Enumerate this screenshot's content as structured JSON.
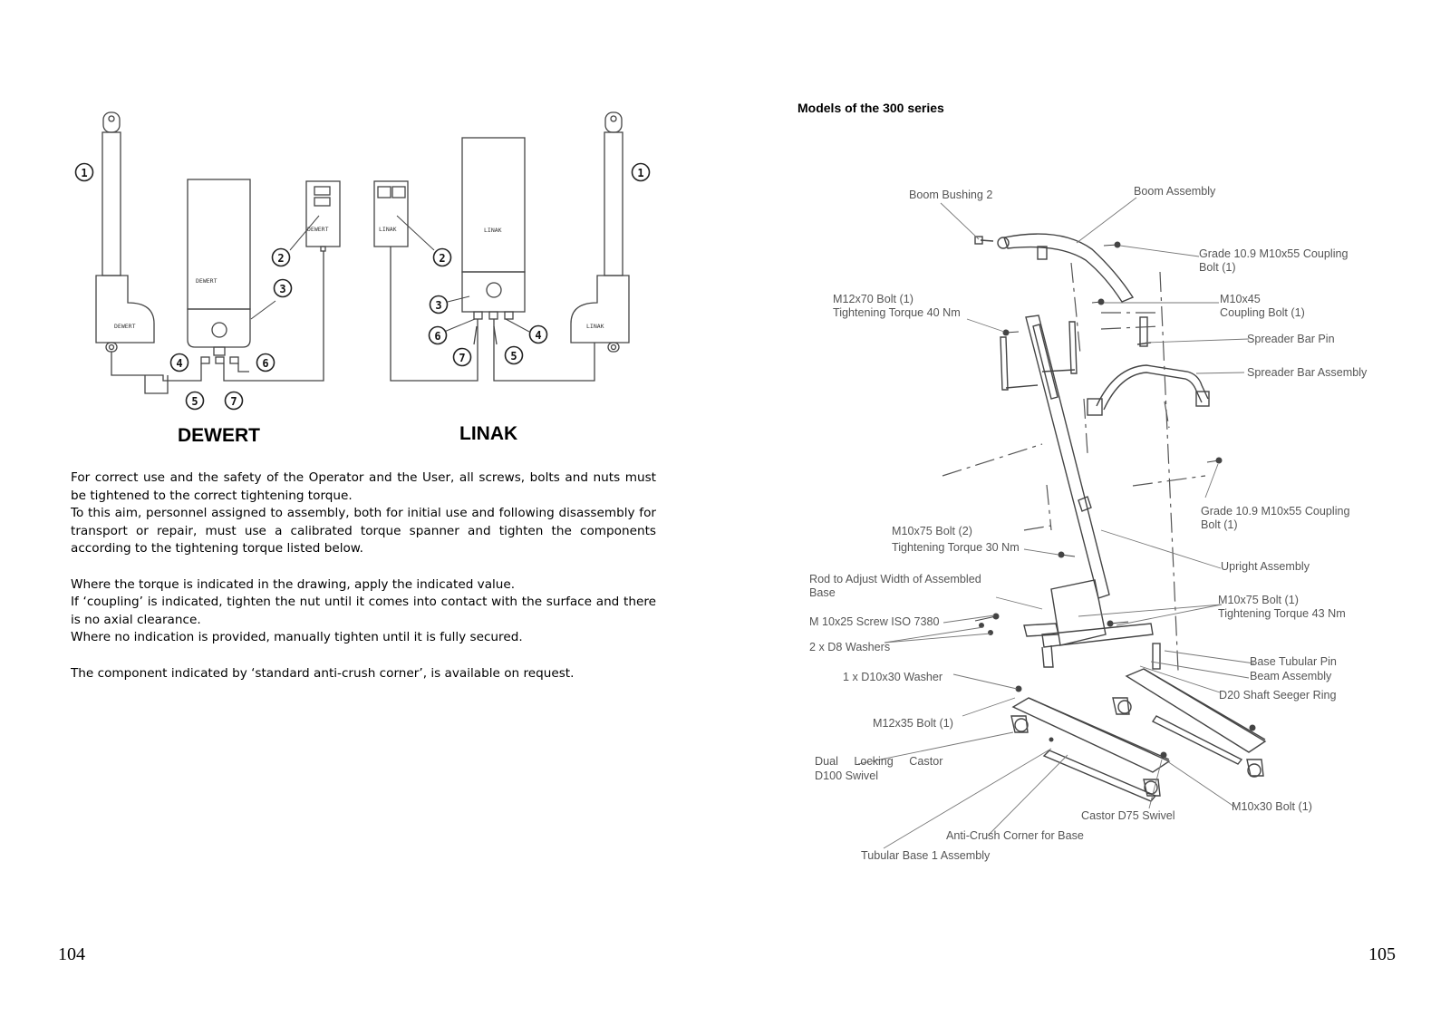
{
  "left_page": {
    "brand_labels": {
      "dewert": "DEWERT",
      "linak": "LINAK"
    },
    "device_labels": {
      "dewert": "DEWERT",
      "linak": "LINAK"
    },
    "callout_numbers": [
      "1",
      "2",
      "3",
      "4",
      "5",
      "6",
      "7"
    ],
    "paragraphs": [
      "For correct use and the safety of the Operator and the User, all screws, bolts and nuts must be tightened to the correct tightening torque.",
      "To this aim, personnel assigned to assembly, both for initial use and following disassembly for transport or repair, must use a calibrated torque spanner and tighten the components according to the tightening torque listed below.",
      "Where the torque is indicated in the drawing, apply the indicated value.",
      "If ‘coupling’ is indicated, tighten the nut until it comes into contact with the surface and there is no axial clearance.",
      "Where no indication is provided, manually tighten until it is fully secured.",
      "The component indicated by ‘standard anti-crush corner’, is available on request."
    ],
    "page_number": "104"
  },
  "right_page": {
    "title": "Models of the 300 series",
    "page_number": "105",
    "callouts": {
      "boom_bushing": "Boom Bushing 2",
      "boom_assembly": "Boom Assembly",
      "grade_coupling_1": [
        "Grade  10.9  M10x55  Coupling",
        "Bolt (1)"
      ],
      "m12x70": [
        "M12x70 Bolt (1)",
        "Tightening Torque 40 Nm"
      ],
      "m10x45": [
        "M10x45",
        "Coupling Bolt (1)"
      ],
      "spreader_pin": "Spreader Bar Pin",
      "spreader_assembly": "Spreader Bar Assembly",
      "grade_coupling_2": [
        "Grade 10.9 M10x55 Coupling",
        "Bolt (1)"
      ],
      "m10x75_2": [
        "M10x75 Bolt (2)",
        "Tightening Torque 30 Nm"
      ],
      "upright": "Upright Assembly",
      "rod_adjust": [
        "Rod to Adjust Width of Assembled",
        "Base"
      ],
      "m10x75_1": [
        "M10x75 Bolt (1)",
        "Tightening Torque 43 Nm"
      ],
      "m10x25": "M 10x25 Screw ISO 7380",
      "washers_d8": "2 x D8 Washers",
      "base_pin": "Base Tubular Pin",
      "beam": "Beam Assembly",
      "washer_d10": "1 x D10x30 Washer",
      "seeger": "D20 Shaft Seeger Ring",
      "m12x35": "M12x35 Bolt (1)",
      "dual_castor": [
        "Dual     Locking     Castor",
        "D100 Swivel"
      ],
      "m10x30": "M10x30 Bolt (1)",
      "castor_d75": "Castor D75 Swivel",
      "anti_crush": "Anti-Crush Corner for Base",
      "tubular_base": "Tubular Base 1 Assembly"
    }
  },
  "colors": {
    "ink": "#000000",
    "line": "#555555",
    "callout_text": "#555555",
    "leader": "#777777"
  }
}
